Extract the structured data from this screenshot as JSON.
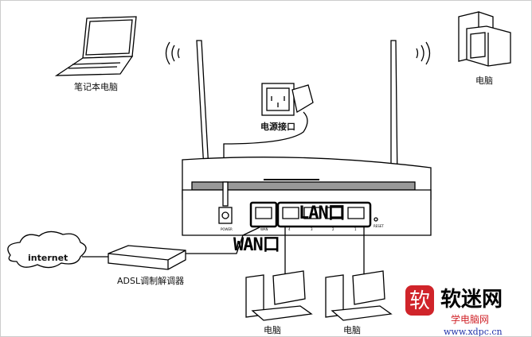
{
  "labels": {
    "laptop": "笔记本电脑",
    "desktop_top": "电脑",
    "power_socket": "电源接口",
    "lan_port": "LAN口",
    "wan_port": "WAN口",
    "internet": "internet",
    "modem": "ADSL调制解调器",
    "pc_left": "电脑",
    "pc_right": "电脑"
  },
  "router_panel": {
    "power": "POWER",
    "wan": "WAN",
    "ports": [
      "4",
      "3",
      "2",
      "1"
    ],
    "reset": "RESET"
  },
  "watermark": {
    "logo_char": "软",
    "logo_text": "软迷网",
    "sub_text": "学电脑网",
    "url": "www.xdpc.cn"
  },
  "colors": {
    "logo_red": "#d0242a",
    "ink": "#000000"
  }
}
